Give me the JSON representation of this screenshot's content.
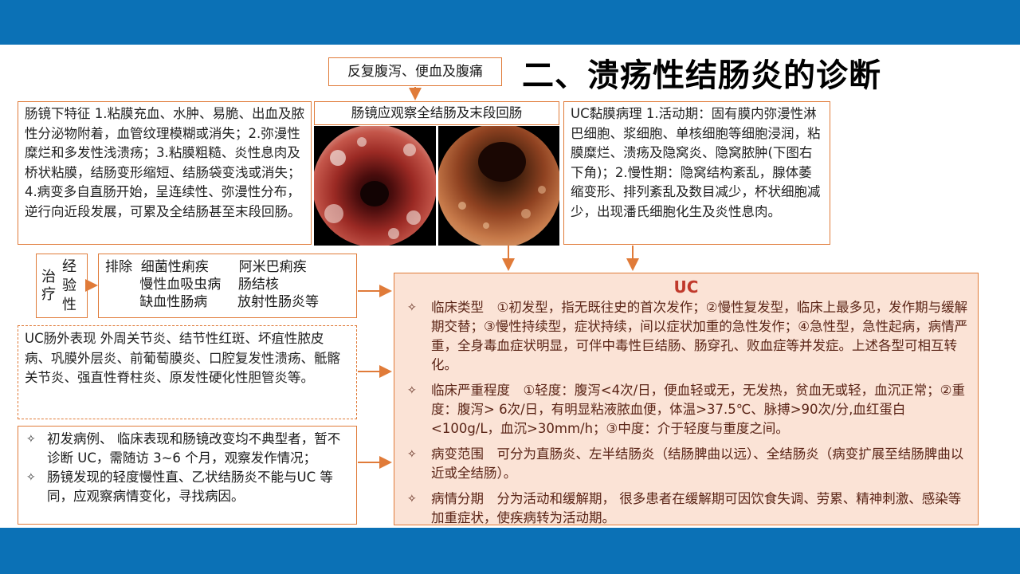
{
  "title": "二、溃疡性结肠炎的诊断",
  "symptom_box": "反复腹泻、便血及腹痛",
  "endoscopy_features": "肠镜下特征 1.粘膜充血、水肿、易脆、出血及脓性分泌物附着，血管纹理模糊或消失；2.弥漫性糜烂和多发性浅溃疡；3.粘膜粗糙、炎性息肉及桥状粘膜，结肠变形缩短、结肠袋变浅或消失；4.病变多自直肠开始，呈连续性、弥漫性分布，逆行向近段发展，可累及全结肠甚至末段回肠。",
  "image_caption": "肠镜应观察全结肠及末段回肠",
  "pathology": "UC黏膜病理 1.活动期：固有膜内弥漫性淋巴细胞、浆细胞、单核细胞等细胞浸润，粘膜糜烂、溃疡及隐窝炎、隐窝脓肿(下图右下角)；2.慢性期：隐窝结构紊乱，腺体萎缩变形、排列紊乱及数目减少，杯状细胞减少，出现潘氏细胞化生及炎性息肉。",
  "treatment_trial": {
    "col1": "治疗",
    "col2": "经验性"
  },
  "exclusion": {
    "rows": [
      "排除  细菌性痢疾       阿米巴痢疾",
      "        慢性血吸虫病    肠结核",
      "        缺血性肠病       放射性肠炎等"
    ]
  },
  "extraintestinal": "UC肠外表现 外周关节炎、结节性红斑、坏疽性脓皮病、巩膜外层炎、前葡萄膜炎、口腔复发性溃疡、骶髂关节炎、强直性脊柱炎、原发性硬化性胆管炎等。",
  "notes": [
    "初发病例、 临床表现和肠镜改变均不典型者，暂不诊断 UC，需随访 3~6 个月，观察发作情况；",
    "肠镜发现的轻度慢性直、乙状结肠炎不能与UC 等同，应观察病情变化，寻找病因。"
  ],
  "uc": {
    "title": "UC",
    "items": [
      "临床类型　①初发型，指无既往史的首次发作；②慢性复发型，临床上最多见，发作期与缓解期交替；③慢性持续型，症状持续，间以症状加重的急性发作；④急性型，急性起病，病情严重，全身毒血症状明显，可伴中毒性巨结肠、肠穿孔、败血症等并发症。上述各型可相互转化。",
      "临床严重程度　①轻度：腹泻<4次/日，便血轻或无，无发热，贫血无或轻，血沉正常；②重度：腹泻> 6次/日，有明显粘液脓血便，体温>37.5℃、脉搏>90次/分,血红蛋白<100g/L，血沉>30mm/h；③中度：介于轻度与重度之间。",
      "病变范围　可分为直肠炎、左半结肠炎（结肠脾曲以远）、全结肠炎（病变扩展至结肠脾曲以近或全结肠）。",
      "病情分期　分为活动和缓解期， 很多患者在缓解期可因饮食失调、劳累、精神刺激、感染等加重症状，使疾病转为活动期。"
    ]
  },
  "colors": {
    "banner": "#0b71b6",
    "border": "#e07b39",
    "uc_bg": "#fbe3d6",
    "uc_title": "#c0392b"
  },
  "bullet_icon": "diamond-bullet-icon"
}
